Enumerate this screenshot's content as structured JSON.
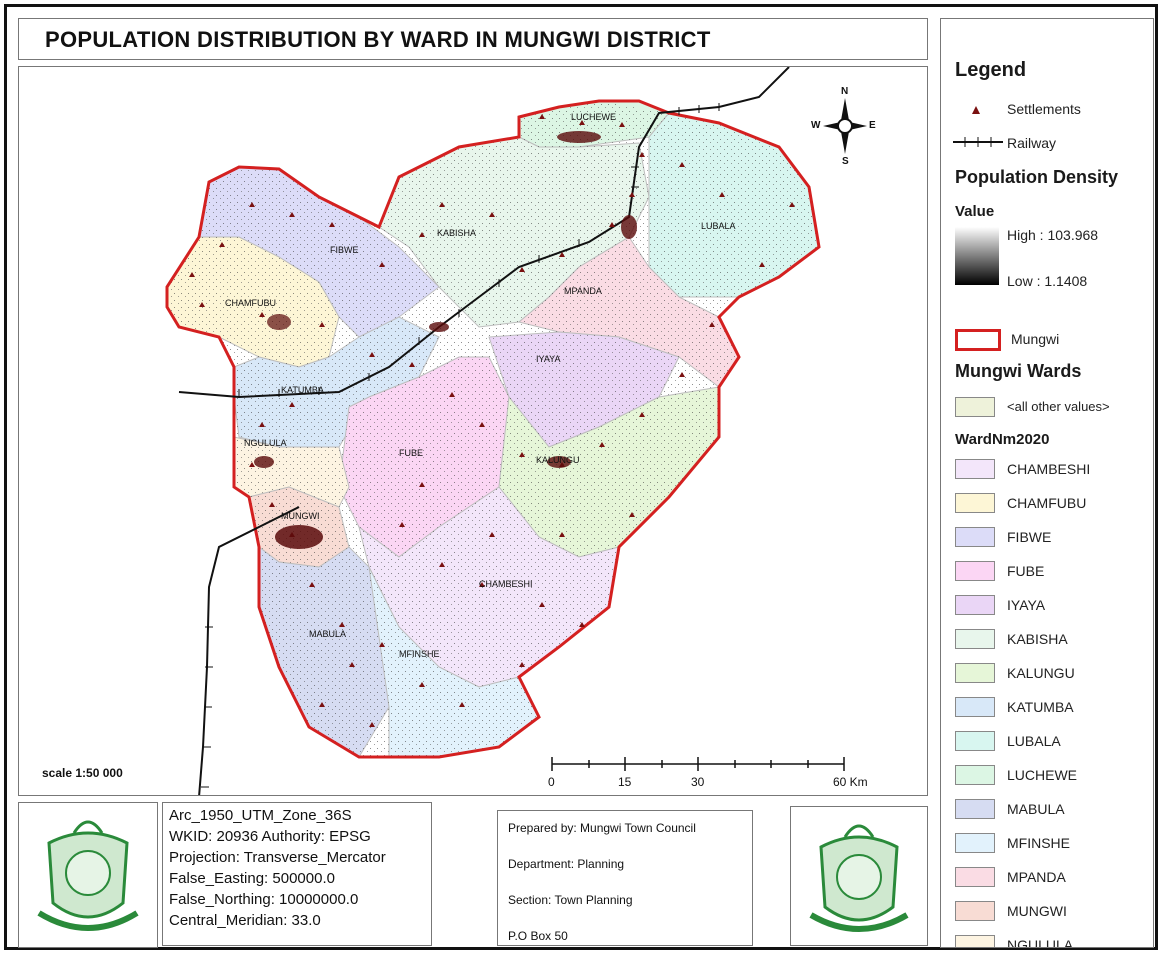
{
  "title": "POPULATION DISTRIBUTION BY WARD IN MUNGWI DISTRICT",
  "scale_text": "scale 1:50 000",
  "scale_bar": {
    "ticks": [
      "0",
      "15",
      "30",
      "60 Km"
    ]
  },
  "north_arrow": {
    "n": "N",
    "s": "S",
    "e": "E",
    "w": "W"
  },
  "ward_labels": {
    "luchewe": "LUCHEWE",
    "kabisha": "KABISHA",
    "lubala": "LUBALA",
    "fibwe": "FIBWE",
    "chamfubu": "CHAMFUBU",
    "mpanda": "MPANDA",
    "iyaya": "IYAYA",
    "katumba": "KATUMBA",
    "fube": "FUBE",
    "kalungu": "KALUNGU",
    "ngulula": "NGULULA",
    "mungwi": "MUNGWI",
    "chambeshi": "CHAMBESHI",
    "mabula": "MABULA",
    "mfinshe": "MFINSHE"
  },
  "legend": {
    "heading": "Legend",
    "settlements": "Settlements",
    "railway": "Railway",
    "density_heading": "Population Density",
    "value_heading": "Value",
    "high": "High : 103.968",
    "low": "Low : 1.1408",
    "boundary": "Mungwi",
    "wards_heading": "Mungwi Wards",
    "other_values": "<all other values>",
    "field_heading": "WardNm2020",
    "wards": [
      {
        "name": "CHAMBESHI",
        "color": "#f3e6fa"
      },
      {
        "name": "CHAMFUBU",
        "color": "#fdf6d6"
      },
      {
        "name": "FIBWE",
        "color": "#dcdcf8"
      },
      {
        "name": "FUBE",
        "color": "#fbd6f4"
      },
      {
        "name": "IYAYA",
        "color": "#ead6f6"
      },
      {
        "name": "KABISHA",
        "color": "#e8f6ec"
      },
      {
        "name": "KALUNGU",
        "color": "#e6f6d8"
      },
      {
        "name": "KATUMBA",
        "color": "#d8e8f8"
      },
      {
        "name": "LUBALA",
        "color": "#d8f6f0"
      },
      {
        "name": "LUCHEWE",
        "color": "#dcf6e4"
      },
      {
        "name": "MABULA",
        "color": "#d6dcf2"
      },
      {
        "name": "MFINSHE",
        "color": "#e2f2fc"
      },
      {
        "name": "MPANDA",
        "color": "#fadce4"
      },
      {
        "name": "MUNGWI",
        "color": "#f8dcd4"
      },
      {
        "name": "NGULULA",
        "color": "#fdf4e2"
      }
    ],
    "boundary_color": "#d42020",
    "other_color": "#eef2da"
  },
  "spatial_ref": [
    "Arc_1950_UTM_Zone_36S",
    "WKID: 20936 Authority: EPSG",
    "Projection: Transverse_Mercator",
    "False_Easting: 500000.0",
    "False_Northing: 10000000.0",
    "Central_Meridian: 33.0"
  ],
  "prepared": {
    "by": "Prepared by: Mungwi Town Council",
    "department": "Department: Planning",
    "section": "Section: Town Planning",
    "po_box": "P.O Box 50"
  },
  "colors": {
    "settlement": "#7a1010",
    "railway": "#111111"
  }
}
